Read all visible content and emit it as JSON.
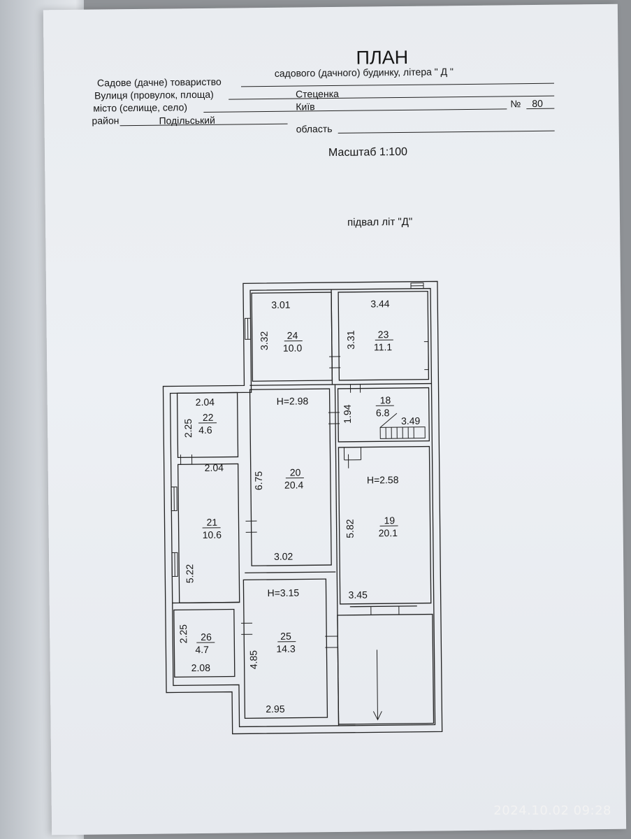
{
  "header": {
    "title": "ПЛАН",
    "subtitle": "садового (дачного) будинку, літера \" Д \""
  },
  "address": {
    "society_label": "Садове (дачне) товариство",
    "street_label": "Вулиця (провулок, площа)",
    "street_value": "Стеценка",
    "number_label": "№",
    "number_value": "80",
    "city_label": "місто (селище, село)",
    "city_value": "Київ",
    "district_label": "район",
    "district_value": "Подільський",
    "region_label": "область"
  },
  "scale": "Масштаб 1:100",
  "level_title": "підвал літ \"Д\"",
  "rooms": {
    "r24": {
      "number": "24",
      "area": "10.0",
      "width": "3.01",
      "length": "3.32"
    },
    "r23": {
      "number": "23",
      "area": "11.1",
      "width": "3.44",
      "length": "3.31"
    },
    "r22": {
      "number": "22",
      "area": "4.6",
      "width": "2.04",
      "length": "2.25",
      "width2": "2.04"
    },
    "r20": {
      "number": "20",
      "area": "20.4",
      "height": "H=2.98",
      "length": "6.75",
      "width": "3.02"
    },
    "r18": {
      "number": "18",
      "area": "6.8",
      "length": "1.94",
      "width": "3.49"
    },
    "r19": {
      "number": "19",
      "area": "20.1",
      "height": "H=2.58",
      "length": "5.82",
      "width": "3.45"
    },
    "r21": {
      "number": "21",
      "area": "10.6",
      "length": "5.22"
    },
    "r25": {
      "number": "25",
      "area": "14.3",
      "height": "H=3.15",
      "length": "4.85",
      "width": "2.95"
    },
    "r26": {
      "number": "26",
      "area": "4.7",
      "length": "2.25",
      "width": "2.08"
    }
  },
  "timestamp": "2024.10.02 09:28"
}
